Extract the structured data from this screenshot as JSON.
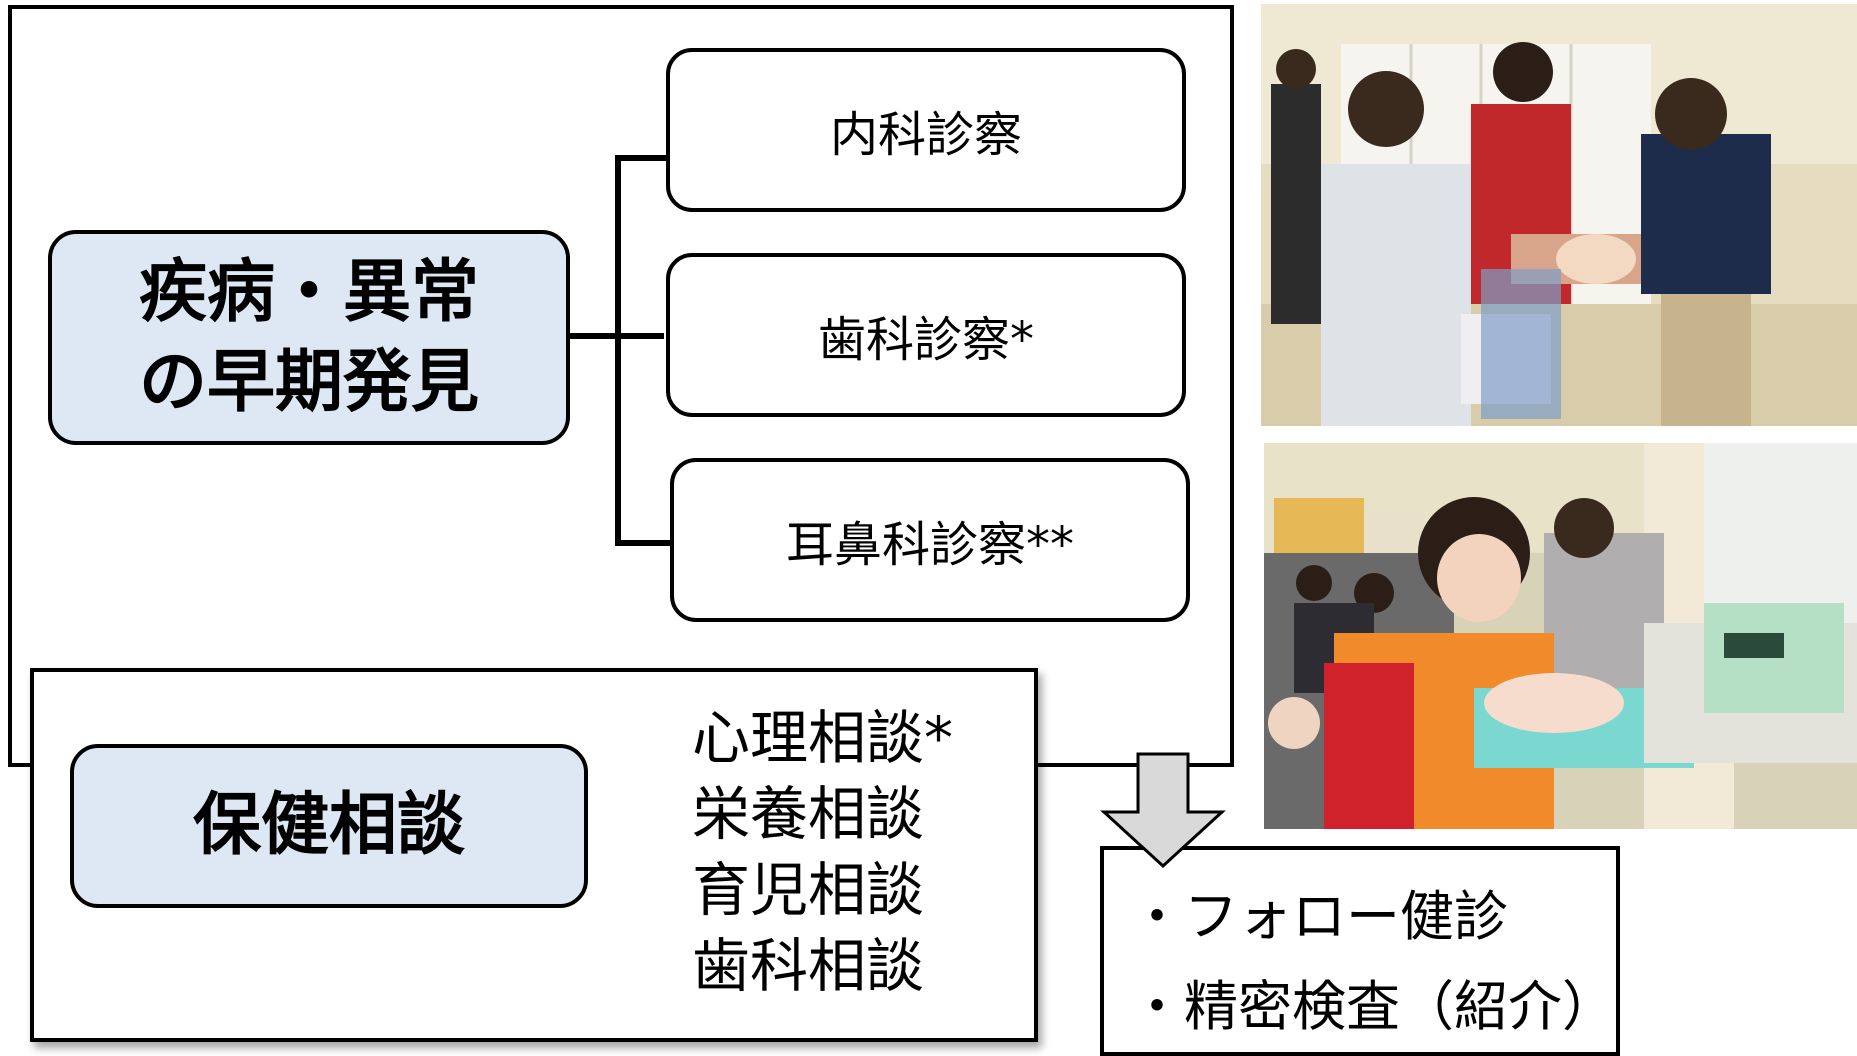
{
  "main_detection": {
    "line1": "疾病・異常",
    "line2": "の早期発見"
  },
  "exams": [
    {
      "label": "内科診察"
    },
    {
      "label": "歯科診察*"
    },
    {
      "label": "耳鼻科診察**"
    }
  ],
  "health_consult": {
    "label": "保健相談",
    "items": [
      "心理相談*",
      "栄養相談",
      "育児相談",
      "歯科相談"
    ]
  },
  "followup": {
    "items": [
      "・フォロー健診",
      "・精密検査（紹介）"
    ]
  },
  "colors": {
    "box_fill": "#dde8f4",
    "arrow_fill": "#d9d9d9",
    "border": "#000000"
  }
}
